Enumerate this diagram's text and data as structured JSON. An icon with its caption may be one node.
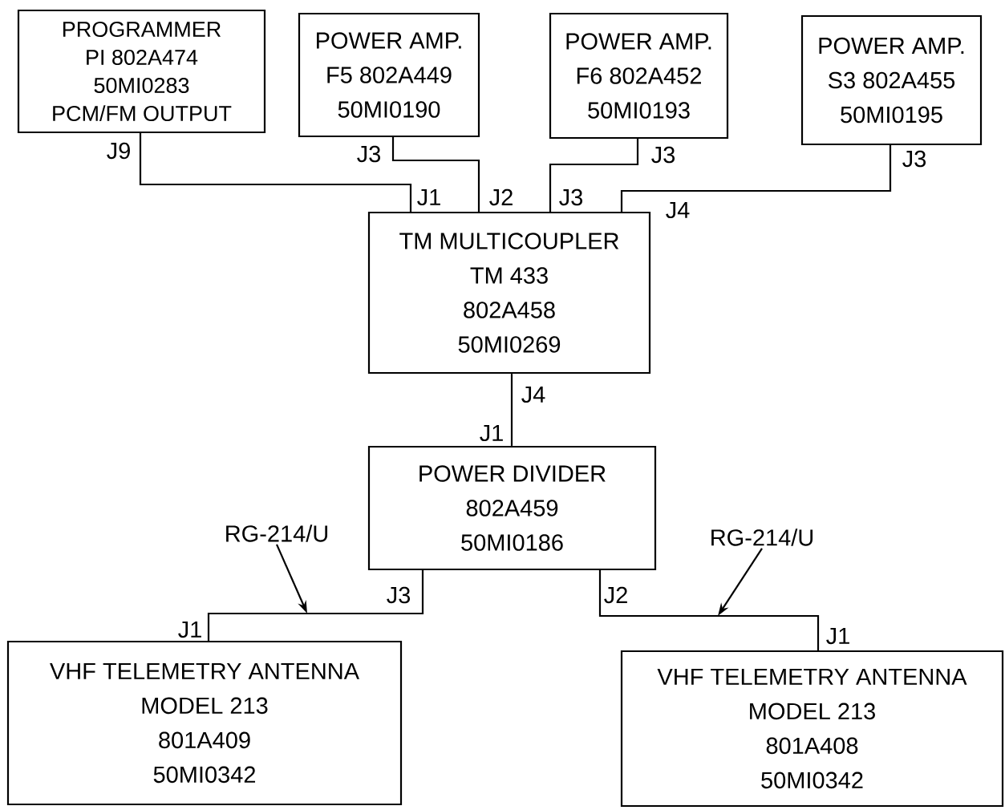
{
  "diagram": {
    "nodes": [
      {
        "text": [
          "PROGRAMMER",
          "PI  802A474",
          "50MI0283",
          "PCM/FM OUTPUT"
        ]
      },
      {
        "text": [
          "POWER AMP.",
          "F5 802A449",
          "50MI0190"
        ]
      },
      {
        "text": [
          "POWER AMP.",
          "F6  802A452",
          "50MI0193"
        ]
      },
      {
        "text": [
          "POWER AMP.",
          "S3 802A455",
          "50MI0195"
        ]
      },
      {
        "text": [
          "TM  MULTICOUPLER",
          "TM 433",
          "802A458",
          "50MI0269"
        ]
      },
      {
        "text": [
          "POWER  DIVIDER",
          "802A459",
          "50MI0186"
        ]
      },
      {
        "text": [
          "VHF  TELEMETRY  ANTENNA",
          "MODEL  213",
          "801A409",
          "50MI0342"
        ]
      },
      {
        "text": [
          "VHF  TELEMETRY  ANTENNA",
          "MODEL  213",
          "801A408",
          "50MI0342"
        ]
      },
      {
        "text": [
          "RG-214/U"
        ]
      },
      {
        "text": [
          "RG-214/U"
        ]
      }
    ],
    "edges": [
      {
        "from": 0,
        "to": 4,
        "arrow": "none"
      },
      {
        "from": 1,
        "to": 4,
        "arrow": "none"
      },
      {
        "from": 2,
        "to": 4,
        "arrow": "none"
      },
      {
        "from": 3,
        "to": 4,
        "arrow": "none"
      },
      {
        "from": 4,
        "to": 5,
        "arrow": "none"
      },
      {
        "from": 5,
        "to": 6,
        "arrow": "none"
      },
      {
        "from": 5,
        "to": 7,
        "arrow": "none"
      },
      {
        "from": 8,
        "to": null,
        "arrow": "to"
      },
      {
        "from": 9,
        "to": null,
        "arrow": "to"
      }
    ],
    "labels": [
      "J9",
      "J3",
      "J3",
      "J3",
      "J1",
      "J2",
      "J3",
      "J4",
      "J4",
      "J1",
      "J3",
      "J2",
      "J1",
      "J1"
    ]
  }
}
